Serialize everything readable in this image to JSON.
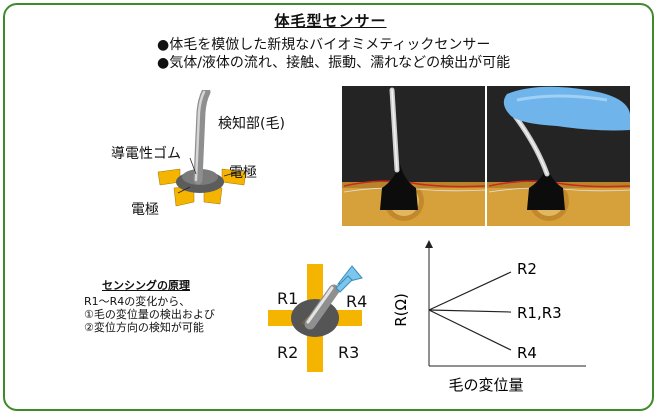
{
  "title": "体毛型センサー",
  "bullets": [
    "●体毛を模倣した新規なバイオミメティックセンサー",
    "●気体/液体の流れ、接触、振動、濡れなどの検出が可能"
  ],
  "labels": {
    "detector": "検知部(毛)",
    "rubber": "導電性ゴム",
    "electrode_right": "電極",
    "electrode_left": "電極"
  },
  "principle": {
    "heading": "センシングの原理",
    "lines": [
      "R1～R4の変化から、",
      "①毛の変位量の検出および",
      "②変位方向の検知が可能"
    ]
  },
  "resistors": {
    "r1": "R1",
    "r2": "R2",
    "r3": "R3",
    "r4": "R4"
  },
  "chart_data": {
    "type": "line",
    "xlabel": "毛の変位量",
    "ylabel": "R(Ω)",
    "series": [
      {
        "name": "R2",
        "trend": "increasing"
      },
      {
        "name": "R1,R3",
        "trend": "constant"
      },
      {
        "name": "R4",
        "trend": "decreasing"
      }
    ]
  },
  "colors": {
    "border": "#3f8a2a",
    "electrode": "#f5b400",
    "arrow": "#4aa9d8",
    "glove": "#6fb4ea"
  }
}
